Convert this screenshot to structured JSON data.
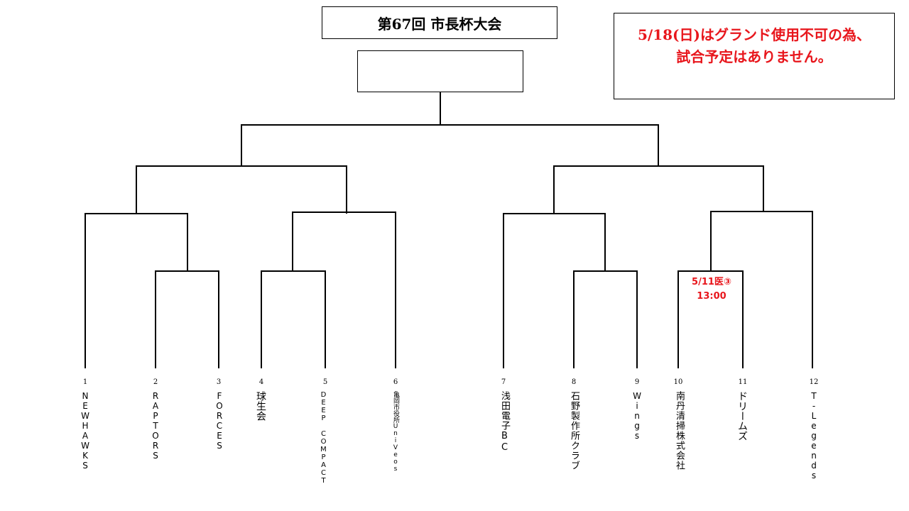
{
  "header": {
    "title": "第67回 市長杯大会"
  },
  "notice": {
    "line1": "5/18(日)はグランド使用不可の為、",
    "line2": "試合予定はありません。",
    "color": "#e8161c"
  },
  "match_note": {
    "line1": "5/11医③",
    "line2": "13:00"
  },
  "teams": [
    {
      "seed": "1",
      "name": "NEWHAWKS"
    },
    {
      "seed": "2",
      "name": "RAPTORS"
    },
    {
      "seed": "3",
      "name": "FORCES"
    },
    {
      "seed": "4",
      "name": "球生会"
    },
    {
      "seed": "5",
      "name": "DEEP COMPACT"
    },
    {
      "seed": "6",
      "name": "亀岡市役所UniVeos"
    },
    {
      "seed": "7",
      "name": "浅田電子BC"
    },
    {
      "seed": "8",
      "name": "石野製作所クラブ"
    },
    {
      "seed": "9",
      "name": "Wings"
    },
    {
      "seed": "10",
      "name": "南丹清掃株式会社"
    },
    {
      "seed": "11",
      "name": "ドリームズ"
    },
    {
      "seed": "12",
      "name": "T-Legends"
    }
  ]
}
